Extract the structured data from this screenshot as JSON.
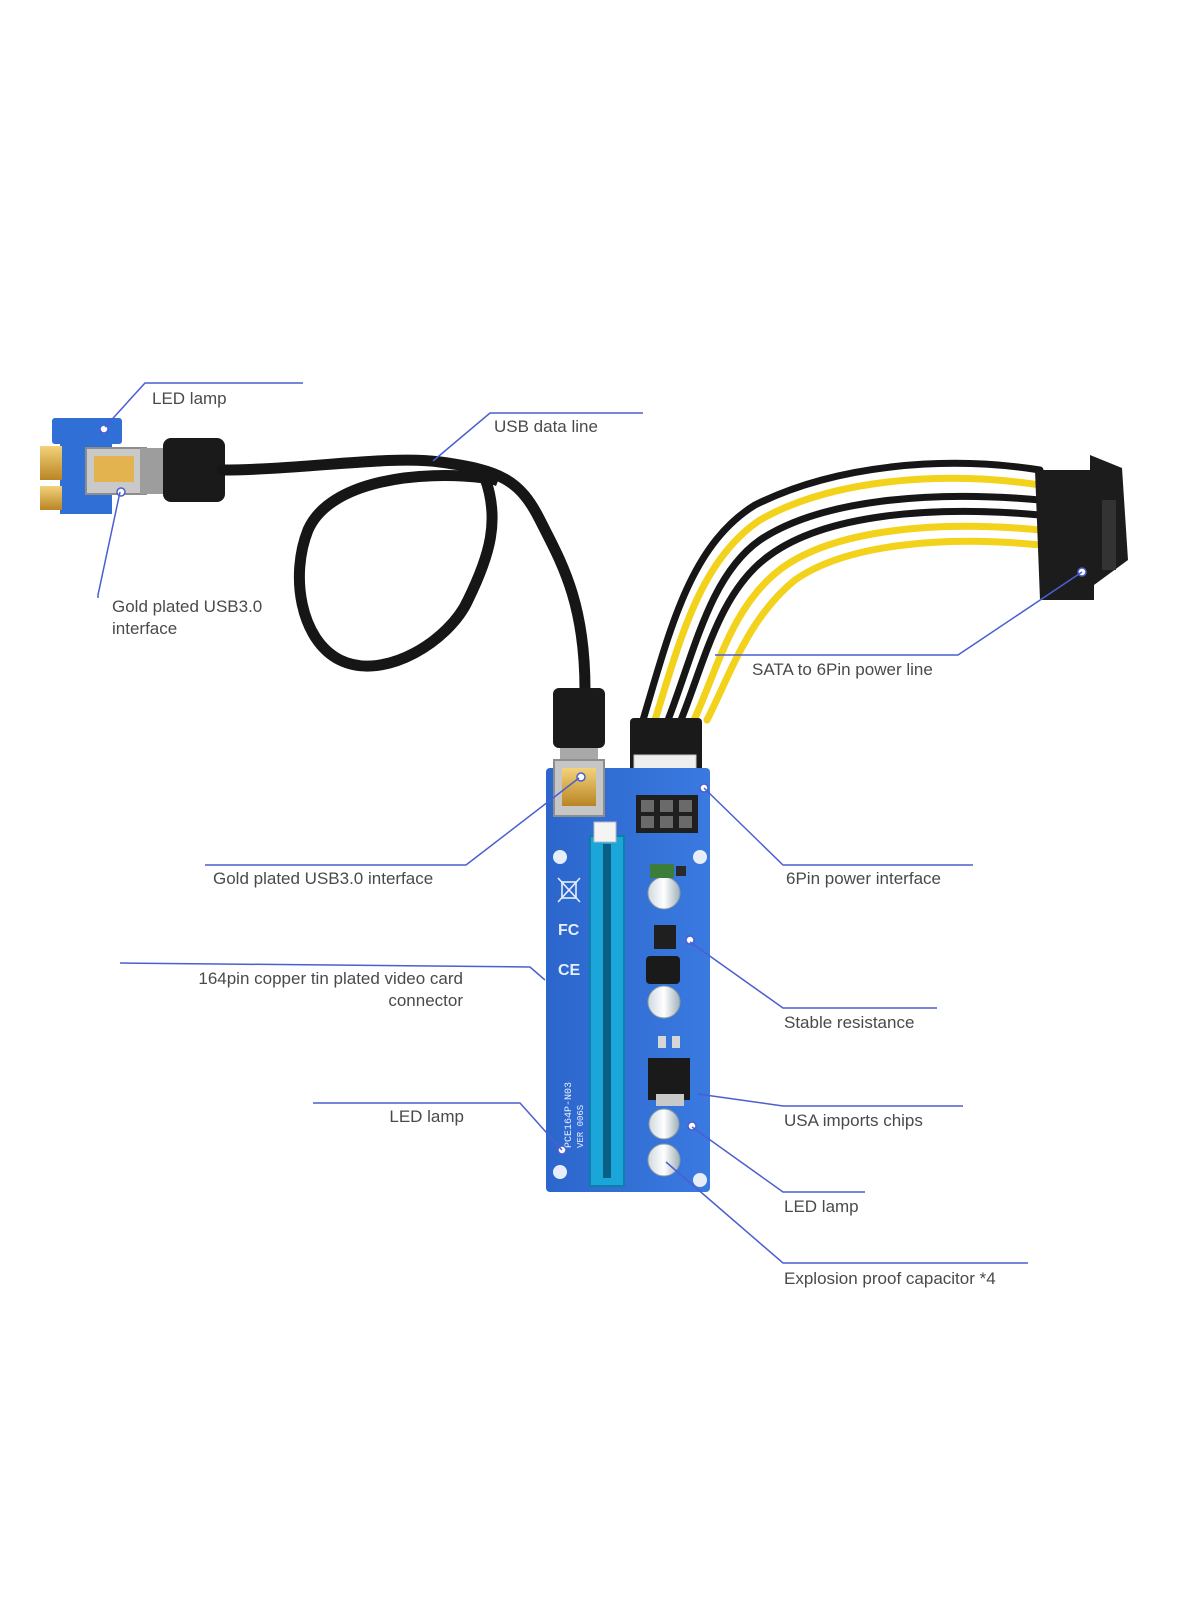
{
  "callouts": {
    "led_lamp_top": "LED lamp",
    "usb_data_line": "USB data line",
    "gold_usb_interface_small_line1": "Gold plated USB3.0",
    "gold_usb_interface_small_line2": "interface",
    "sata_power_line": "SATA to 6Pin power line",
    "gold_usb_interface_board": "Gold plated USB3.0 interface",
    "six_pin_power_interface": "6Pin power interface",
    "video_connector_line1": "164pin copper tin plated video card",
    "video_connector_line2": "connector",
    "stable_resistance": "Stable resistance",
    "led_lamp_left": "LED lamp",
    "usa_imports_chips": "USA imports chips",
    "led_lamp_right": "LED lamp",
    "explosion_capacitor": "Explosion proof capacitor *4"
  },
  "board_markings": {
    "model": "PCE164P-N03",
    "version": "VER 006S",
    "fc": "FC",
    "ce": "CE"
  },
  "colors": {
    "callout_line": "#4a5fd0",
    "board_blue": "#2f6fd6",
    "slot_cyan": "#1aa6d8",
    "gold": "#d8a640",
    "cable_black": "#161616",
    "wire_yellow": "#f2d21a"
  }
}
